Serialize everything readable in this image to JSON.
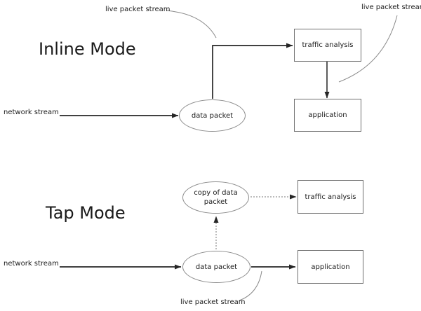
{
  "colors": {
    "bg": "#ffffff",
    "text": "#1a1a1a",
    "box-border": "#6e6e6e",
    "ellipse-border": "#8c8c8c",
    "arrow": "#262626",
    "callout": "#8a8a8a",
    "dotted": "#7a7a7a"
  },
  "sections": {
    "inline": {
      "title": "Inline Mode",
      "callout_top_left": "live packet stream",
      "callout_top_right": "live packet stream",
      "network_label": "network stream",
      "data_packet": "data packet",
      "traffic_analysis": "traffic analysis",
      "application": "application"
    },
    "tap": {
      "title": "Tap Mode",
      "network_label": "network stream",
      "data_packet": "data packet",
      "copy_of_data_packet": "copy of data\npacket",
      "traffic_analysis": "traffic analysis",
      "application": "application",
      "callout_bottom": "live packet stream"
    }
  }
}
